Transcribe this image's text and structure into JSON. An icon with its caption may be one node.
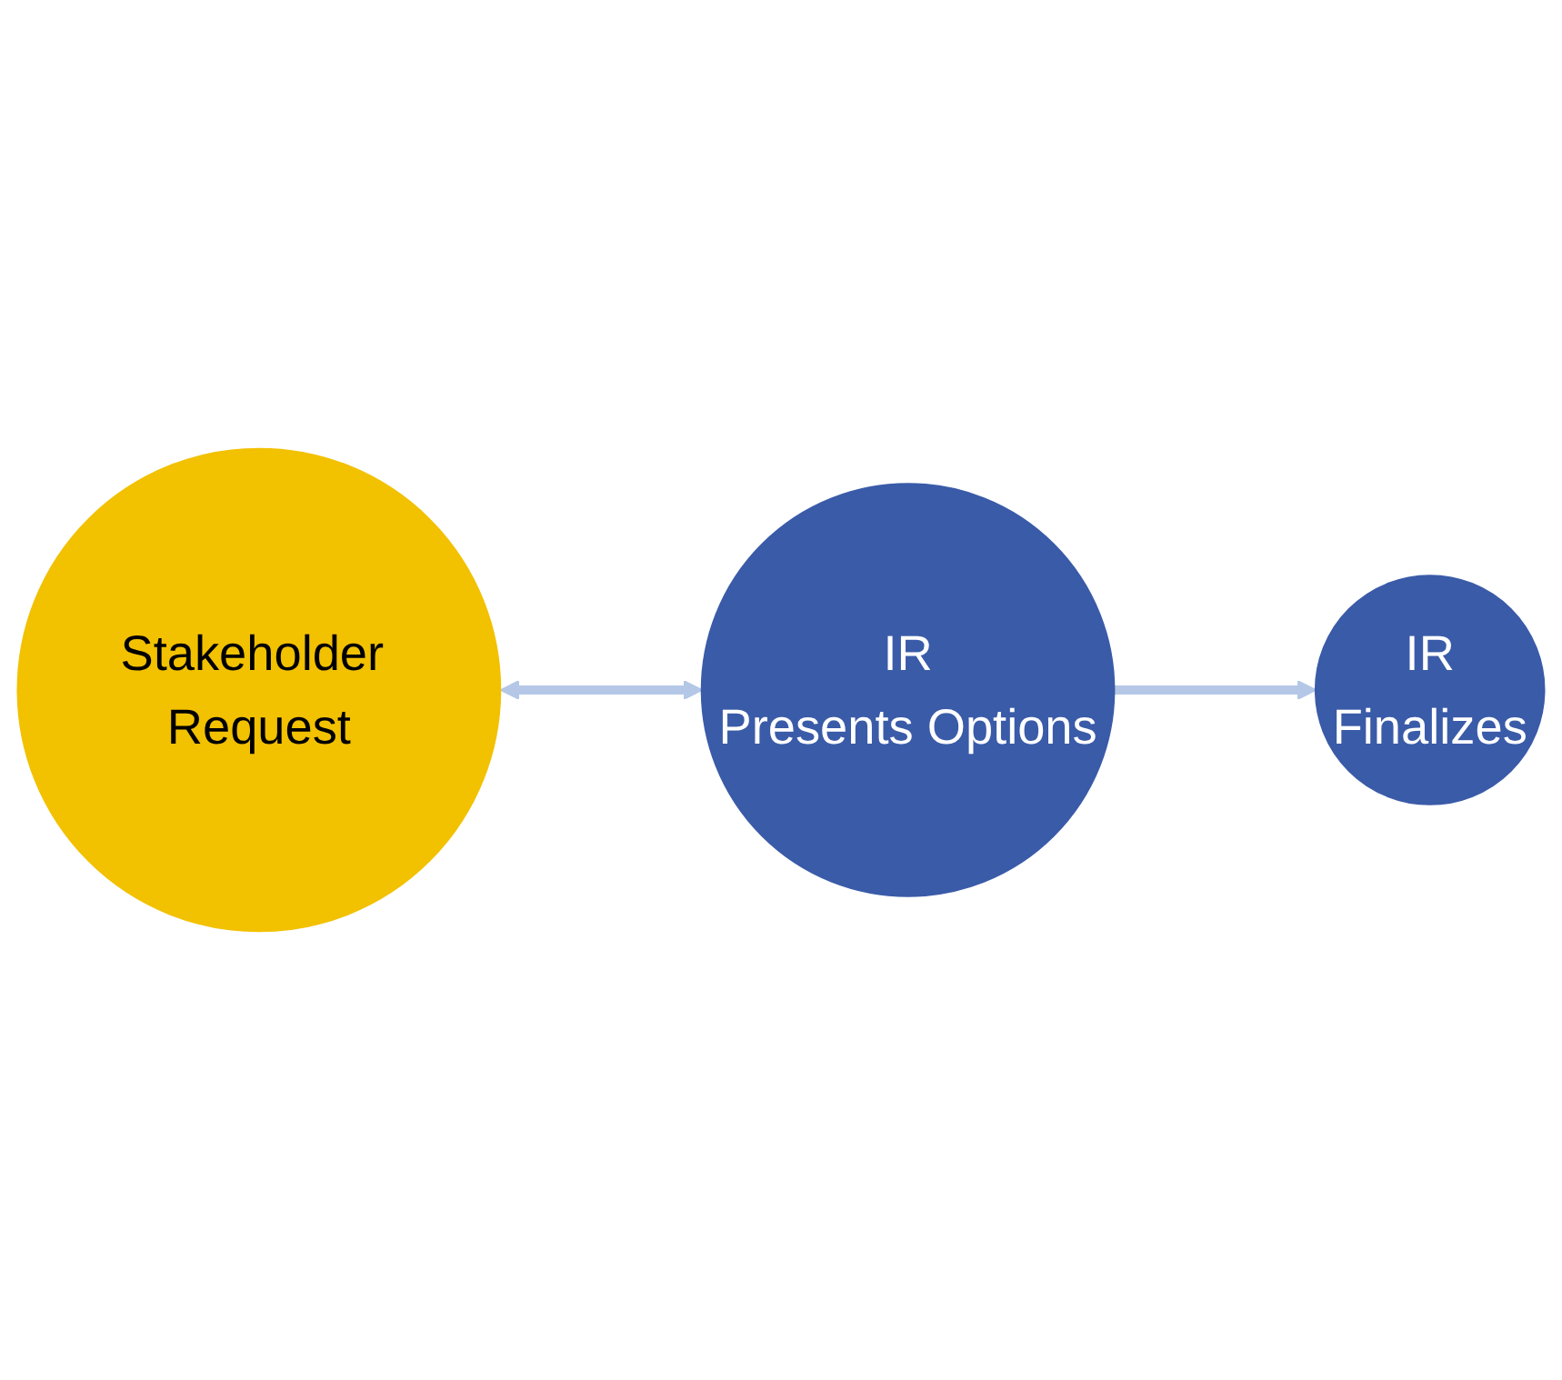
{
  "diagram": {
    "nodes": [
      {
        "text": [
          "Stakeholder Request"
        ]
      },
      {
        "text": [
          "IR",
          "Presents Options"
        ]
      },
      {
        "text": [
          "IR",
          "Finalizes"
        ]
      }
    ],
    "edges": [
      {
        "from": 0,
        "to": 1,
        "arrow": "both"
      },
      {
        "from": 1,
        "to": 2,
        "arrow": "to"
      }
    ]
  }
}
